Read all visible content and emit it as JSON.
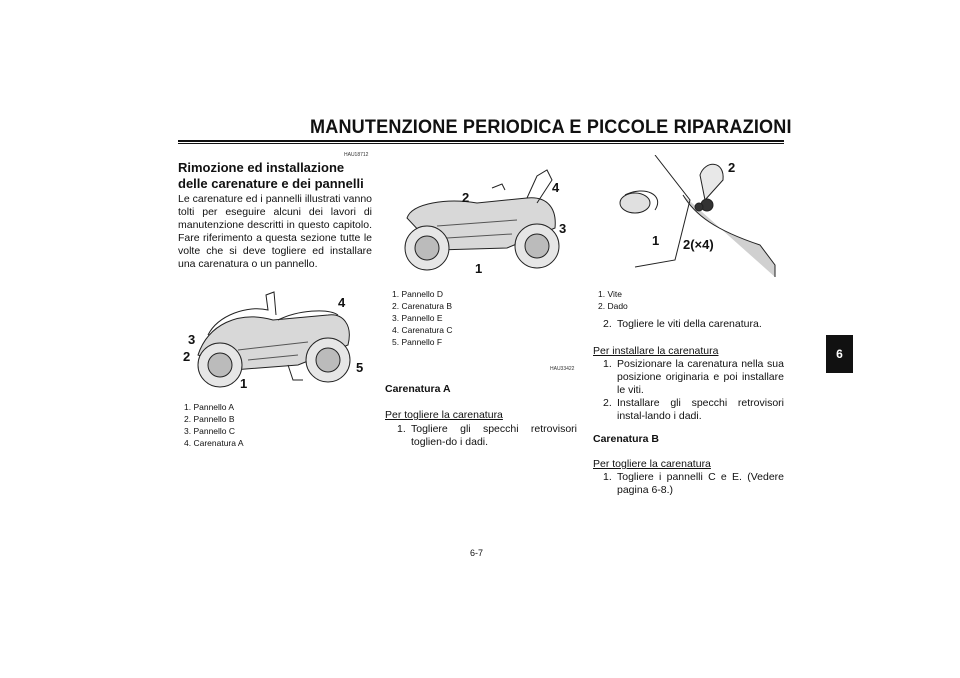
{
  "header": {
    "title": "MANUTENZIONE PERIODICA E PICCOLE RIPARAZIONI",
    "chapter_tab": "6"
  },
  "col1": {
    "code": "HAU18712",
    "heading": "Rimozione ed installazione delle carenature e dei pannelli",
    "paragraph": "Le carenature ed i pannelli illustrati vanno tolti per eseguire alcuni dei lavori di manutenzione descritti in questo capitolo. Fare riferimento a questa sezione tutte le volte che si deve togliere ed installare una carenatura o un pannello.",
    "figure_callouts": [
      "1",
      "2",
      "3",
      "4",
      "5"
    ],
    "captions": [
      "1. Pannello A",
      "2. Pannello B",
      "3. Pannello C",
      "4. Carenatura A"
    ]
  },
  "col2": {
    "figure_callouts": [
      "1",
      "2",
      "3",
      "4"
    ],
    "captions": [
      "1. Pannello D",
      "2. Carenatura B",
      "3. Pannello E",
      "4. Carenatura C",
      "5. Pannello F"
    ],
    "code": "HAU33422",
    "section_title": "Carenatura A",
    "sub_title": "Per togliere la carenatura",
    "steps": [
      {
        "num": "1.",
        "text": "Togliere gli specchi retrovisori toglien-do i dadi."
      }
    ]
  },
  "col3": {
    "figure_callouts": [
      "1",
      "2",
      "2(×4)"
    ],
    "captions": [
      "1. Vite",
      "2. Dado"
    ],
    "remove_steps": [
      {
        "num": "2.",
        "text": "Togliere le viti della carenatura."
      }
    ],
    "install_title": "Per installare la carenatura",
    "install_steps": [
      {
        "num": "1.",
        "text": "Posizionare la carenatura nella sua posizione originaria e poi installare le viti."
      },
      {
        "num": "2.",
        "text": "Installare gli specchi retrovisori instal-lando i dadi."
      }
    ],
    "section_title": "Carenatura B",
    "sub_title": "Per togliere la carenatura",
    "steps": [
      {
        "num": "1.",
        "text": "Togliere i pannelli C e E. (Vedere pagina 6-8.)"
      }
    ]
  },
  "footer": {
    "page_number": "6-7"
  }
}
